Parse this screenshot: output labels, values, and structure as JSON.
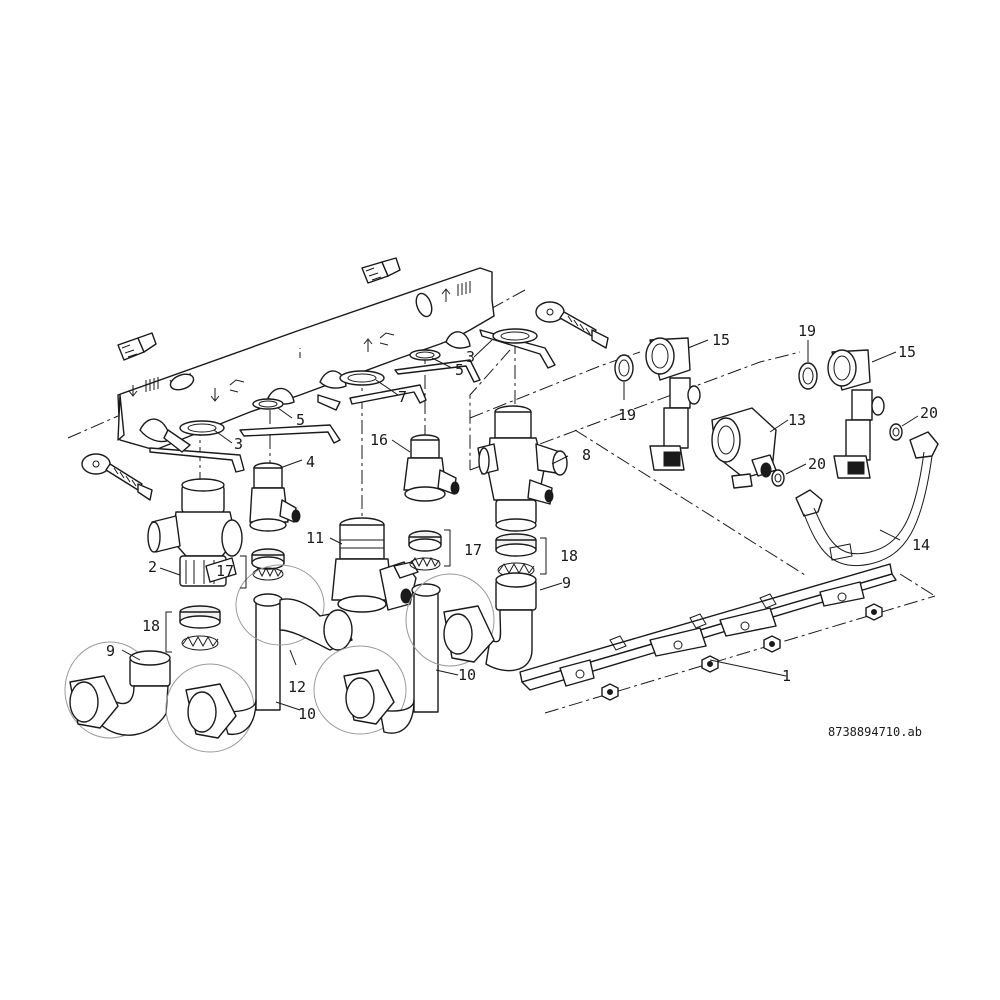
{
  "drawing": {
    "reference_code": "8738894710.ab",
    "callouts": [
      {
        "id": "c1",
        "label": "1"
      },
      {
        "id": "c2",
        "label": "2"
      },
      {
        "id": "c3a",
        "label": "3"
      },
      {
        "id": "c3b",
        "label": "3"
      },
      {
        "id": "c4",
        "label": "4"
      },
      {
        "id": "c5a",
        "label": "5"
      },
      {
        "id": "c5b",
        "label": "5"
      },
      {
        "id": "c7",
        "label": "7"
      },
      {
        "id": "c8",
        "label": "8"
      },
      {
        "id": "c9a",
        "label": "9"
      },
      {
        "id": "c9b",
        "label": "9"
      },
      {
        "id": "c10a",
        "label": "10"
      },
      {
        "id": "c10b",
        "label": "10"
      },
      {
        "id": "c11",
        "label": "11"
      },
      {
        "id": "c12",
        "label": "12"
      },
      {
        "id": "c13",
        "label": "13"
      },
      {
        "id": "c14",
        "label": "14"
      },
      {
        "id": "c15a",
        "label": "15"
      },
      {
        "id": "c15b",
        "label": "15"
      },
      {
        "id": "c16",
        "label": "16"
      },
      {
        "id": "c17a",
        "label": "17"
      },
      {
        "id": "c17b",
        "label": "17"
      },
      {
        "id": "c18a",
        "label": "18"
      },
      {
        "id": "c18b",
        "label": "18"
      },
      {
        "id": "c19a",
        "label": "19"
      },
      {
        "id": "c19b",
        "label": "19"
      },
      {
        "id": "c20a",
        "label": "20"
      },
      {
        "id": "c20b",
        "label": "20"
      }
    ]
  }
}
